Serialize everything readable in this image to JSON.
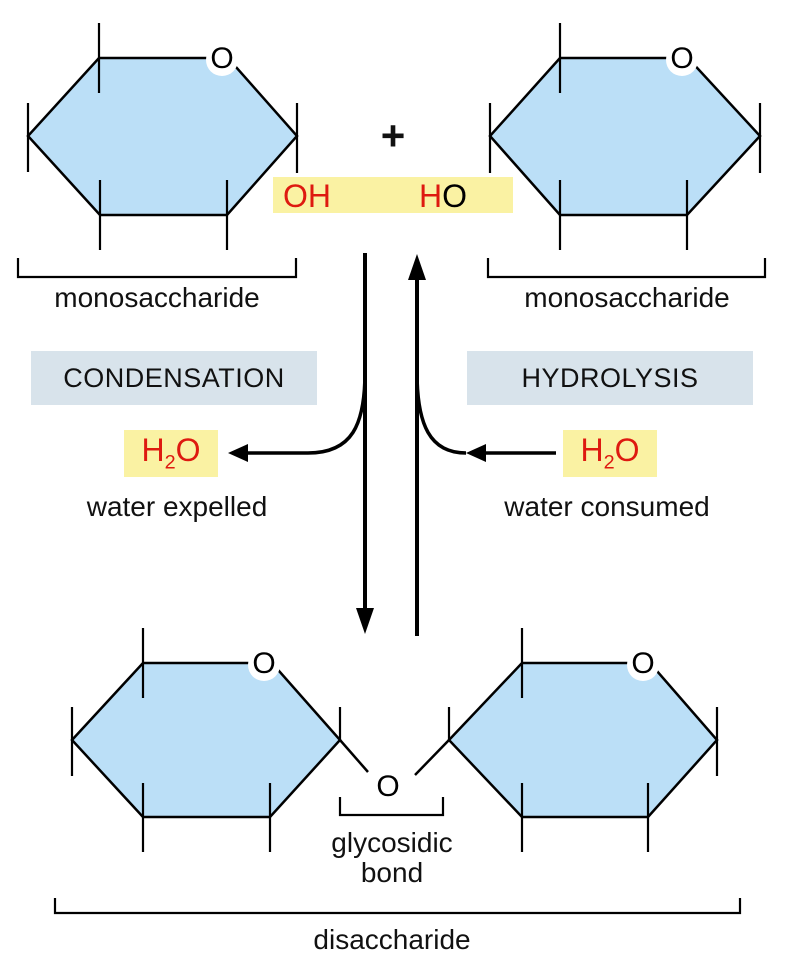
{
  "colors": {
    "background": "#FFFFFF",
    "hexagon_fill": "#BBDFF7",
    "line_black": "#000000",
    "highlight_yellow": "#FAF2A3",
    "process_box_blue": "#D8E3EB",
    "red": "#DE1A10",
    "text": "#111111",
    "ring_oxygen_bg": "#FFFFFF"
  },
  "molecules": {
    "ring_oxygen": "O",
    "bridge_oxygen": "O",
    "hydroxyl": "OH",
    "hydroxyl_h": "H",
    "hydroxyl_o": "O"
  },
  "water": {
    "h": "H",
    "subscript": "2",
    "o": "O"
  },
  "labels": {
    "monosaccharide_left": "monosaccharide",
    "monosaccharide_right": "monosaccharide",
    "plus": "+",
    "condensation": "CONDENSATION",
    "hydrolysis": "HYDROLYSIS",
    "water_expelled": "water expelled",
    "water_consumed": "water consumed",
    "glycosidic": "glycosidic",
    "bond": "bond",
    "disaccharide": "disaccharide"
  }
}
